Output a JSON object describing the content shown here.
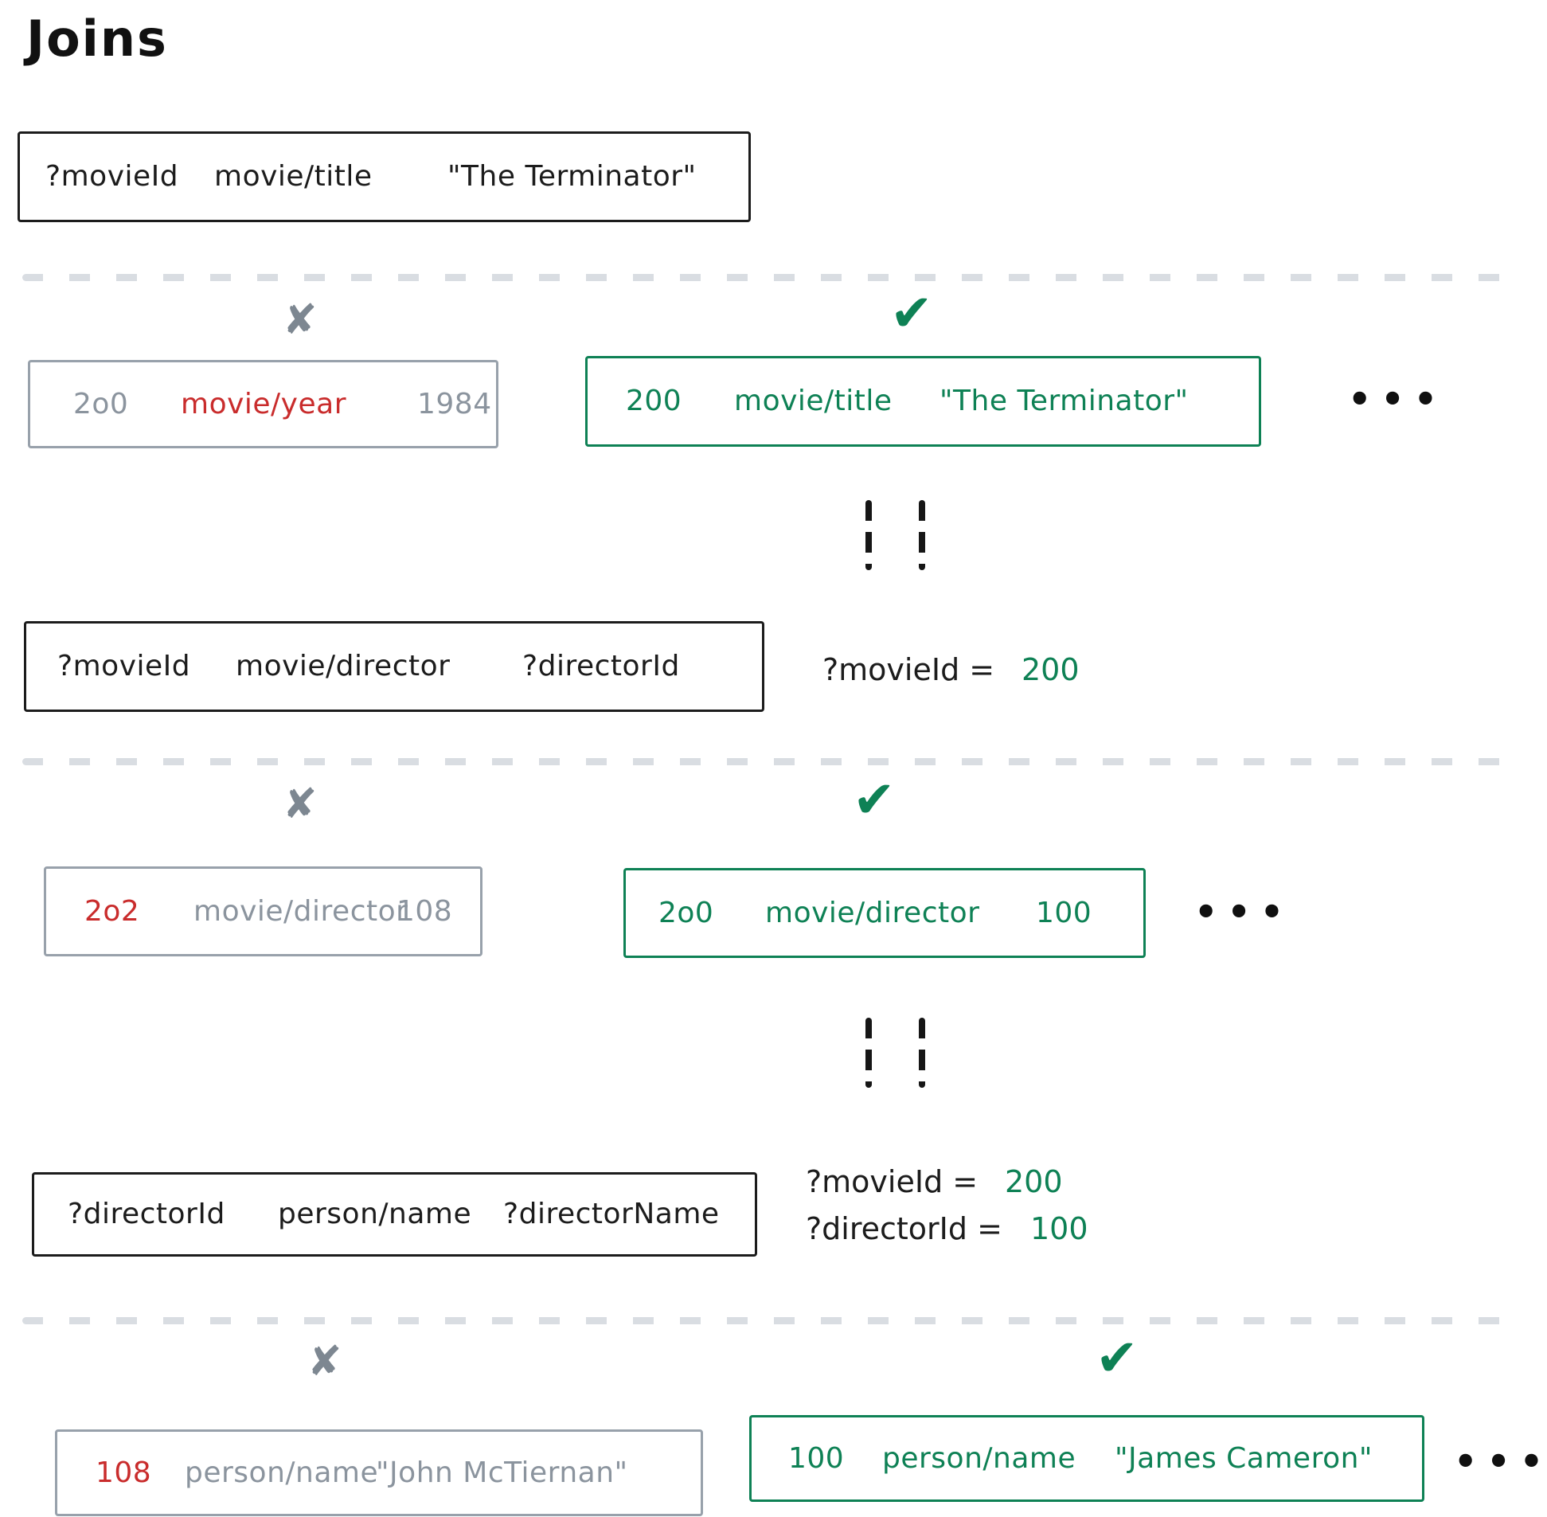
{
  "title": "Joins",
  "marks": {
    "reject": "✘",
    "accept": "✔",
    "ellipsis": "•••"
  },
  "colors": {
    "green": "#0e8155",
    "red": "#c92c2c",
    "gray": "#8b949e",
    "black": "#1c1c1c",
    "separator": "#d9dde2"
  },
  "steps": [
    {
      "pattern": {
        "subject": "?movieId",
        "predicate": "movie/title",
        "object": "\"The Terminator\""
      },
      "bindings": [],
      "rejected_triple": {
        "subject": "2o0",
        "predicate": "movie/year",
        "object": "1984"
      },
      "accepted_triple": {
        "subject": "200",
        "predicate": "movie/title",
        "object": "\"The Terminator\""
      }
    },
    {
      "pattern": {
        "subject": "?movieId",
        "predicate": "movie/director",
        "object": "?directorId"
      },
      "bindings": [
        {
          "label": "?movieId =",
          "value": "200"
        }
      ],
      "rejected_triple": {
        "subject": "2o2",
        "predicate": "movie/director",
        "object": "108"
      },
      "accepted_triple": {
        "subject": "2o0",
        "predicate": "movie/director",
        "object": "100"
      }
    },
    {
      "pattern": {
        "subject": "?directorId",
        "predicate": "person/name",
        "object": "?directorName"
      },
      "bindings": [
        {
          "label": "?movieId =",
          "value": "200"
        },
        {
          "label": "?directorId =",
          "value": "100"
        }
      ],
      "rejected_triple": {
        "subject": "108",
        "predicate": "person/name",
        "object": "\"John McTiernan\""
      },
      "accepted_triple": {
        "subject": "100",
        "predicate": "person/name",
        "object": "\"James Cameron\""
      }
    }
  ]
}
